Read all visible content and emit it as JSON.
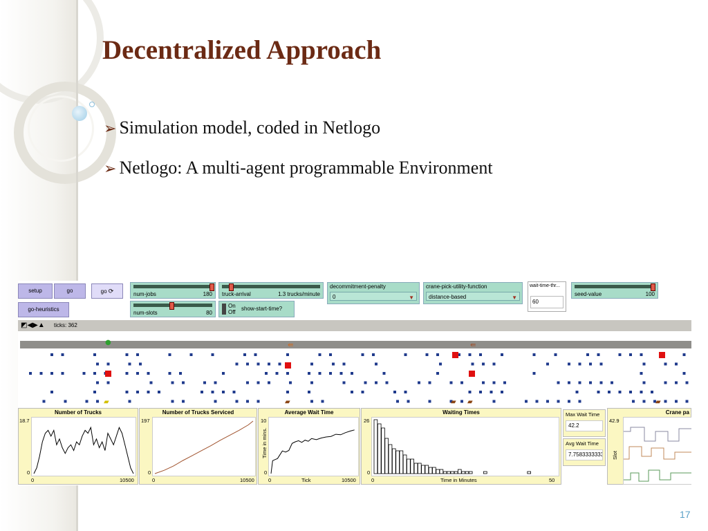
{
  "slide": {
    "title": "Decentralized Approach",
    "bullets": [
      "Simulation model, coded in Netlogo",
      "Netlogo: A multi-agent programmable Environment"
    ],
    "page_number": "17"
  },
  "colors": {
    "title": "#6b2a14",
    "button": "#bdb7e8",
    "widget": "#a8dcc8",
    "plot_bg": "#fbf7c2"
  },
  "netlogo": {
    "buttons": {
      "setup": "setup",
      "go_once": "go",
      "go_forever": "go",
      "go_heuristics": "go-heuristics"
    },
    "sliders": [
      {
        "label": "num-jobs",
        "value": "180"
      },
      {
        "label": "num-slots",
        "value": "80"
      },
      {
        "label": "truck-arrival",
        "value": "1.3 trucks/minute"
      },
      {
        "label": "seed-value",
        "value": "100"
      }
    ],
    "switch": {
      "on": "On",
      "off": "Off",
      "label": "show-start-time?"
    },
    "choosers": [
      {
        "label": "decommitment-penalty",
        "value": "0"
      },
      {
        "label": "crane-pick-utility-function",
        "value": "distance-based"
      }
    ],
    "input": {
      "label": "wait-time-thr...",
      "value": "60"
    },
    "view": {
      "ticks_label": "ticks: 362"
    },
    "plots": [
      {
        "title": "Number of Trucks",
        "ymax": "18.7",
        "ymin": "0",
        "xmin": "0",
        "xmax": "10500",
        "xlabel": "",
        "ylabel": ""
      },
      {
        "title": "Number of Trucks Serviced",
        "ymax": "197",
        "ymin": "0",
        "xmin": "0",
        "xmax": "10500",
        "xlabel": "",
        "ylabel": ""
      },
      {
        "title": "Average Wait Time",
        "ymax": "10",
        "ymin": "0",
        "xmin": "0",
        "xmax": "10500",
        "xlabel": "Tick",
        "ylabel": "Time in mins."
      },
      {
        "title": "Waiting Times",
        "ymax": "26",
        "ymin": "0",
        "xmin": "0",
        "xmax": "50",
        "xlabel": "Time in Minutes",
        "ylabel": ""
      },
      {
        "title": "Crane pa",
        "ymax": "42.9",
        "ymin": "",
        "xmin": "",
        "xmax": "",
        "xlabel": "",
        "ylabel": "Slot"
      }
    ],
    "monitors": [
      {
        "label": "Max Wait Time",
        "value": "42.2"
      },
      {
        "label": "Avg Wait Time",
        "value": "7.75833333333"
      }
    ]
  },
  "chart_data": [
    {
      "type": "line",
      "title": "Number of Trucks",
      "xlim": [
        0,
        10500
      ],
      "ylim": [
        0,
        18.7
      ],
      "x": [
        0,
        300,
        600,
        900,
        1200,
        1500,
        1800,
        2100,
        2400,
        2700,
        3000,
        3300,
        3600,
        3900,
        4200,
        4500,
        4800,
        5100,
        5400,
        5700,
        6000,
        6300,
        6600,
        6900,
        7200,
        7500,
        7800,
        8100,
        8400,
        8700,
        9000,
        9300,
        9600,
        9900,
        10200,
        10500
      ],
      "values": [
        0,
        2,
        6,
        11,
        14,
        15,
        13,
        15,
        10,
        12,
        9,
        7,
        9,
        10,
        8,
        11,
        10,
        13,
        15,
        14,
        16,
        10,
        12,
        9,
        11,
        8,
        14,
        12,
        10,
        13,
        16,
        14,
        10,
        6,
        2,
        0
      ]
    },
    {
      "type": "line",
      "title": "Number of Trucks Serviced",
      "xlim": [
        0,
        10500
      ],
      "ylim": [
        0,
        197
      ],
      "x": [
        0,
        1000,
        2000,
        3000,
        4000,
        5000,
        6000,
        7000,
        8000,
        9000,
        10000,
        10500
      ],
      "values": [
        0,
        12,
        28,
        48,
        66,
        84,
        102,
        122,
        140,
        158,
        178,
        192
      ]
    },
    {
      "type": "line",
      "title": "Average Wait Time",
      "xlabel": "Tick",
      "ylabel": "Time in mins.",
      "xlim": [
        0,
        10500
      ],
      "ylim": [
        0,
        10
      ],
      "x": [
        0,
        200,
        500,
        800,
        1100,
        1400,
        1800,
        2200,
        2600,
        3000,
        3400,
        3800,
        4200,
        4600,
        5000,
        5600,
        6200,
        6800,
        7400,
        8000,
        8600,
        9200,
        9800,
        10300
      ],
      "values": [
        0,
        2.4,
        2.6,
        2.8,
        3.5,
        4.2,
        4.0,
        4.3,
        5.6,
        5.9,
        6.1,
        5.8,
        6.2,
        6.0,
        6.5,
        6.3,
        6.6,
        6.8,
        6.9,
        7.3,
        7.2,
        7.6,
        7.9,
        8.1
      ]
    },
    {
      "type": "bar",
      "title": "Waiting Times",
      "xlabel": "Time in Minutes",
      "xlim": [
        0,
        50
      ],
      "ylim": [
        0,
        26
      ],
      "categories": [
        1,
        2,
        3,
        4,
        5,
        6,
        7,
        8,
        9,
        10,
        11,
        12,
        13,
        14,
        15,
        16,
        17,
        18,
        19,
        20,
        21,
        22,
        23,
        24,
        25,
        26,
        27,
        28,
        29,
        30,
        31,
        32,
        33,
        34,
        35,
        36,
        37,
        38,
        39,
        40,
        41,
        42,
        43,
        44,
        45,
        46,
        47,
        48,
        49,
        50
      ],
      "values": [
        26,
        24,
        22,
        17,
        14,
        12,
        11,
        11,
        9,
        7,
        7,
        5,
        5,
        4,
        4,
        3,
        3,
        2,
        2,
        1,
        1,
        1,
        1,
        2,
        1,
        1,
        1,
        0,
        0,
        0,
        1,
        0,
        0,
        0,
        0,
        0,
        0,
        0,
        0,
        0,
        0,
        0,
        1,
        0,
        0,
        0,
        0,
        0,
        0,
        0
      ]
    }
  ]
}
